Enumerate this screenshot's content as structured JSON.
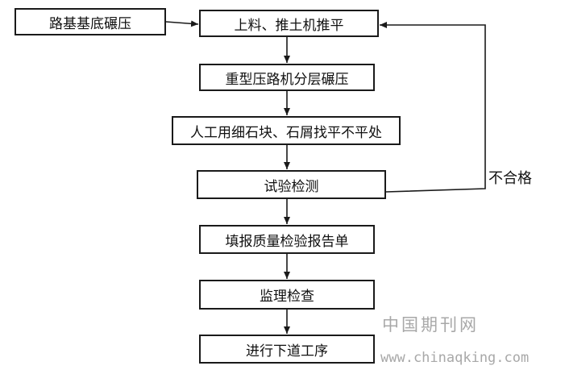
{
  "diagram": {
    "source_box": "路基基底碾压",
    "steps": [
      "上料、推土机推平",
      "重型压路机分层碾压",
      "人工用细石块、石屑找平不平处",
      "试验检测",
      "填报质量检验报告单",
      "监理检查",
      "进行下道工序"
    ],
    "loop_label": "不合格"
  },
  "watermark": {
    "site_name": "中国期刊网",
    "url": "www.chinaqking.com"
  },
  "colors": {
    "line": "#1a1a1a",
    "watermark": "#a8a8a8"
  }
}
